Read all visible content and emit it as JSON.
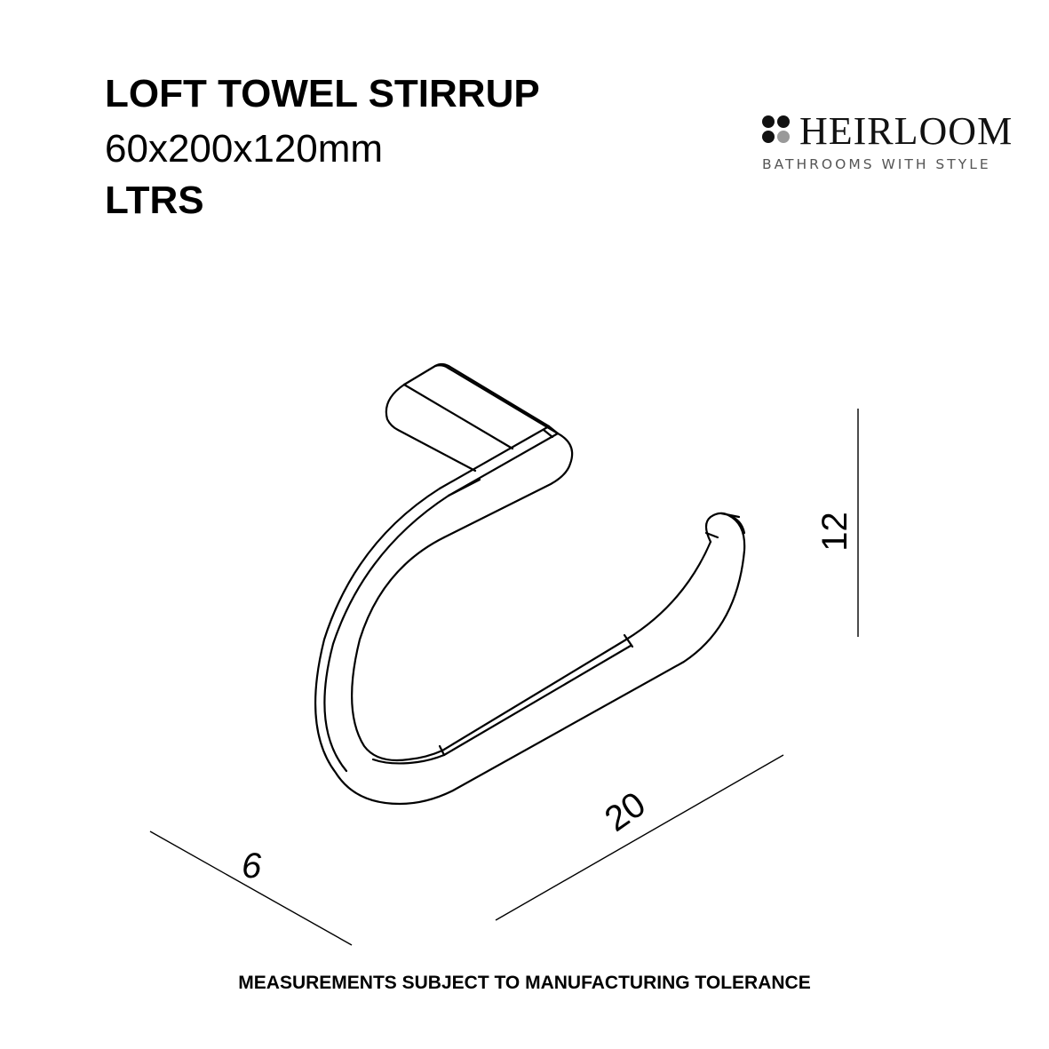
{
  "product": {
    "name": "LOFT TOWEL STIRRUP",
    "dimensions": "60x200x120mm",
    "code": "LTRS"
  },
  "logo": {
    "brand": "HEIRLOOM",
    "tagline": "BATHROOMS WITH STYLE",
    "icon": "four-dots-icon",
    "dot_colors": [
      "#111111",
      "#111111",
      "#111111",
      "#999999"
    ]
  },
  "dimensions": {
    "height": "12",
    "length": "20",
    "depth": "6"
  },
  "footer": {
    "note": "MEASUREMENTS SUBJECT TO MANUFACTURING TOLERANCE"
  }
}
